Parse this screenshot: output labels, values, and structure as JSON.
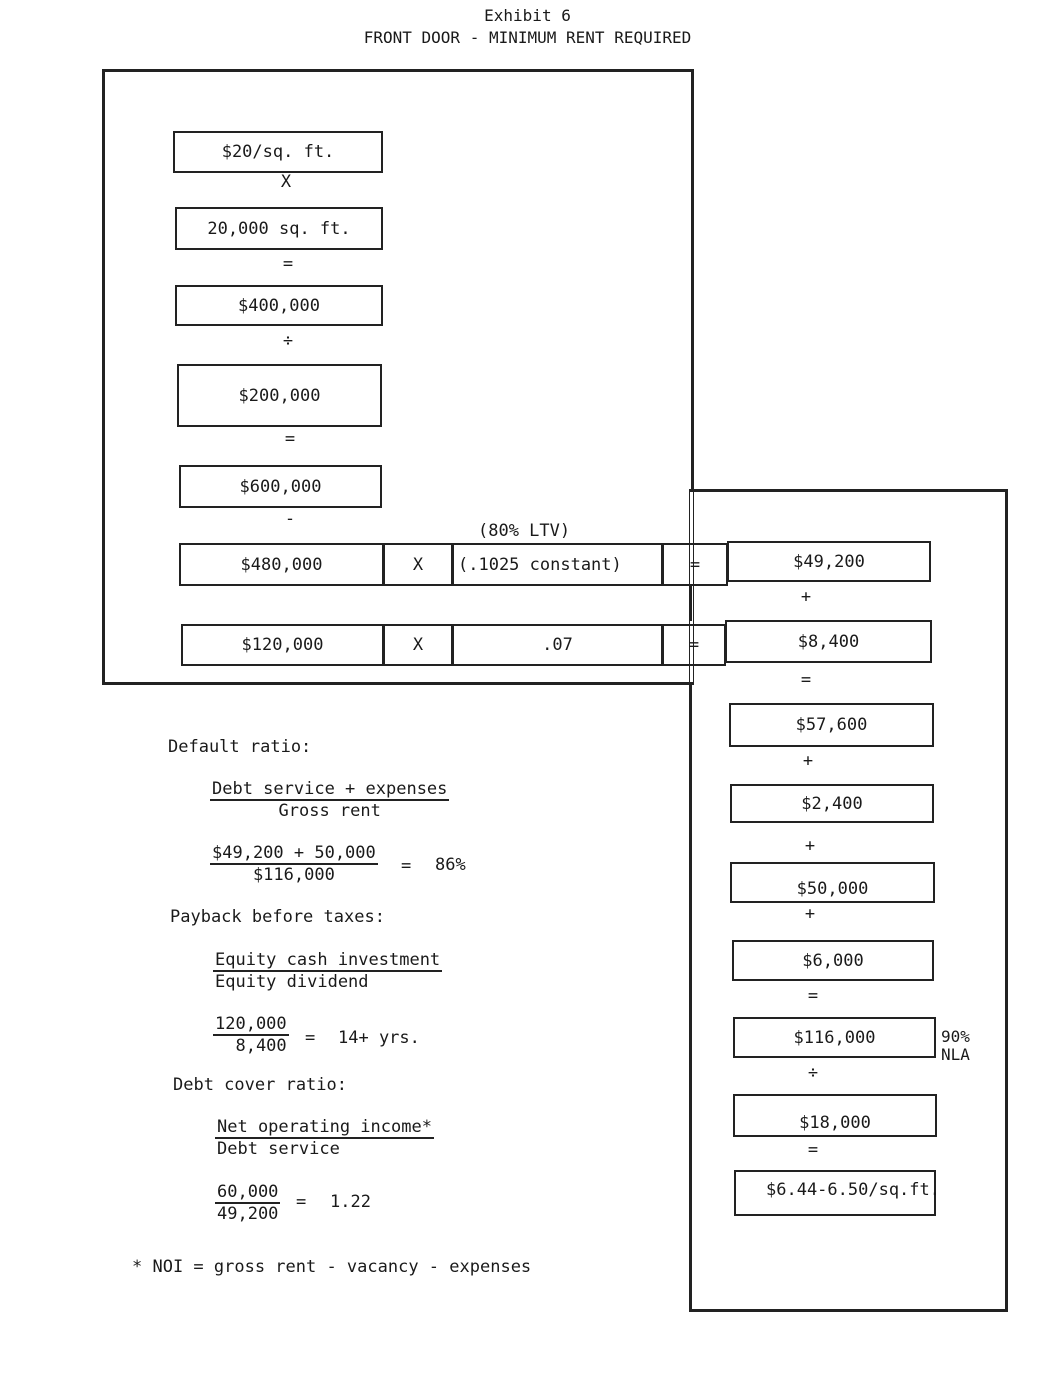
{
  "header": {
    "exhibit": "Exhibit 6",
    "title": "FRONT DOOR - MINIMUM RENT REQUIRED"
  },
  "left_column": {
    "boxes": [
      "$20/sq. ft.",
      "20,000 sq. ft.",
      "$400,000",
      "$200,000",
      "$600,000"
    ],
    "operators": [
      "X",
      "=",
      "÷",
      "=",
      "-"
    ]
  },
  "ltv_label": "(80% LTV)",
  "row_a": {
    "amount": "$480,000",
    "times": "X",
    "rate": "(.1025 constant)",
    "equals": "=",
    "result": "$49,200"
  },
  "row_plus": "+",
  "row_b": {
    "amount": "$120,000",
    "times": "X",
    "rate": ".07",
    "equals": "=",
    "result": "$8,400"
  },
  "right_column": {
    "operators": [
      "=",
      "+",
      "+",
      "+",
      "=",
      "÷",
      "="
    ],
    "boxes": [
      "$57,600",
      "$2,400",
      "$50,000",
      "$6,000",
      "$116,000",
      "$18,000",
      "$6.44-6.50/sq.ft."
    ],
    "side_note": [
      "90%",
      "NLA"
    ]
  },
  "ratios": {
    "default": {
      "label": "Default ratio:",
      "formula_num": "Debt service + expenses",
      "formula_den": "Gross rent",
      "calc_num": "$49,200 + 50,000",
      "calc_den": "$116,000",
      "equals": "=",
      "result": "86%"
    },
    "payback": {
      "label": "Payback before taxes:",
      "formula_num": "Equity cash investment",
      "formula_den": "Equity dividend",
      "calc_num": "120,000",
      "calc_den": "8,400",
      "equals": "=",
      "result": "14+ yrs."
    },
    "debt_cover": {
      "label": "Debt cover ratio:",
      "formula_num": "Net operating income*",
      "formula_den": "Debt service",
      "calc_num": "60,000",
      "calc_den": "49,200",
      "equals": "=",
      "result": "1.22"
    }
  },
  "footnote": "* NOI = gross rent - vacancy - expenses"
}
